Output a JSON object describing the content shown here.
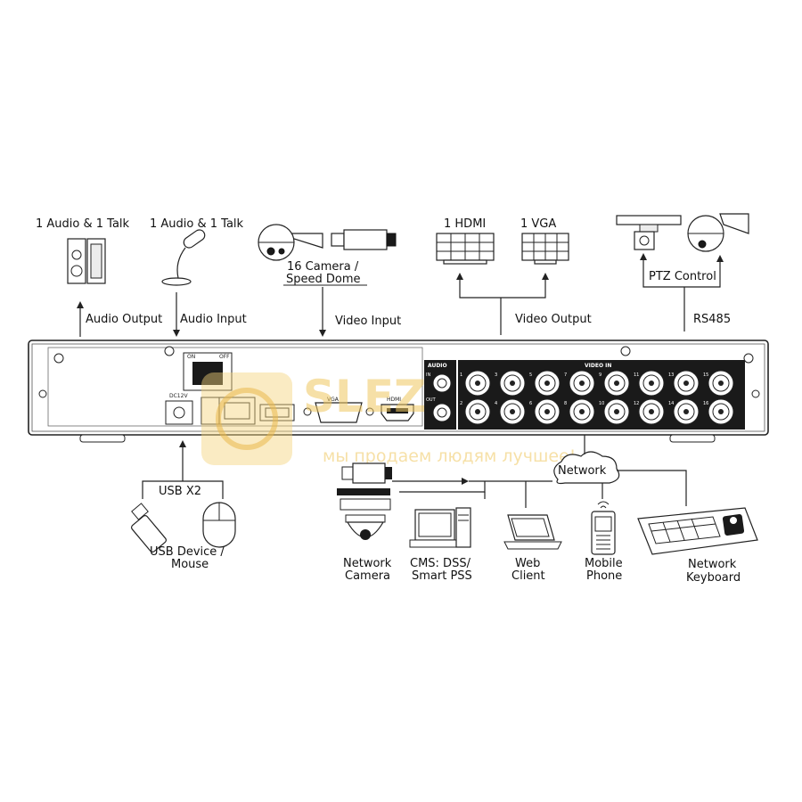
{
  "labels": {
    "audio_talk_1": "1 Audio & 1 Talk",
    "audio_talk_2": "1 Audio & 1 Talk",
    "camera_line1": "16 Camera /",
    "camera_line2": "Speed Dome",
    "hdmi": "1 HDMI",
    "vga_top": "1 VGA",
    "ptz_control": "PTZ Control",
    "audio_output": "Audio  Output",
    "audio_input": "Audio  Input",
    "video_input": "Video Input",
    "video_output": "Video Output",
    "rs485": "RS485",
    "usb_x2": "USB X2",
    "usb_line1": "USB Device /",
    "usb_line2": "Mouse",
    "network": "Network",
    "netcam_line1": "Network",
    "netcam_line2": "Camera",
    "cms_line1": "CMS: DSS/",
    "cms_line2": "Smart PSS",
    "web_line1": "Web",
    "web_line2": "Client",
    "mobile_line1": "Mobile",
    "mobile_line2": "Phone",
    "keyboard_line1": "Network",
    "keyboard_line2": "Keyboard"
  },
  "panel": {
    "on": "ON",
    "off": "OFF",
    "dc": "DC12V",
    "vga": "VGA",
    "hdmi": "HDMI",
    "audio": "AUDIO",
    "audio_in": "IN",
    "audio_out": "OUT",
    "video_in": "VIDEO IN",
    "bnc_numbers": [
      "1",
      "3",
      "5",
      "7",
      "9",
      "11",
      "13",
      "15",
      "2",
      "4",
      "6",
      "8",
      "10",
      "12",
      "14",
      "16"
    ]
  },
  "watermark": {
    "brand": "SLEZ",
    "slogan": "мы продаем людям лучшее!"
  },
  "colors": {
    "line": "#222222",
    "panel_dark": "#1a1a1a",
    "watermark": "#f0c860"
  }
}
